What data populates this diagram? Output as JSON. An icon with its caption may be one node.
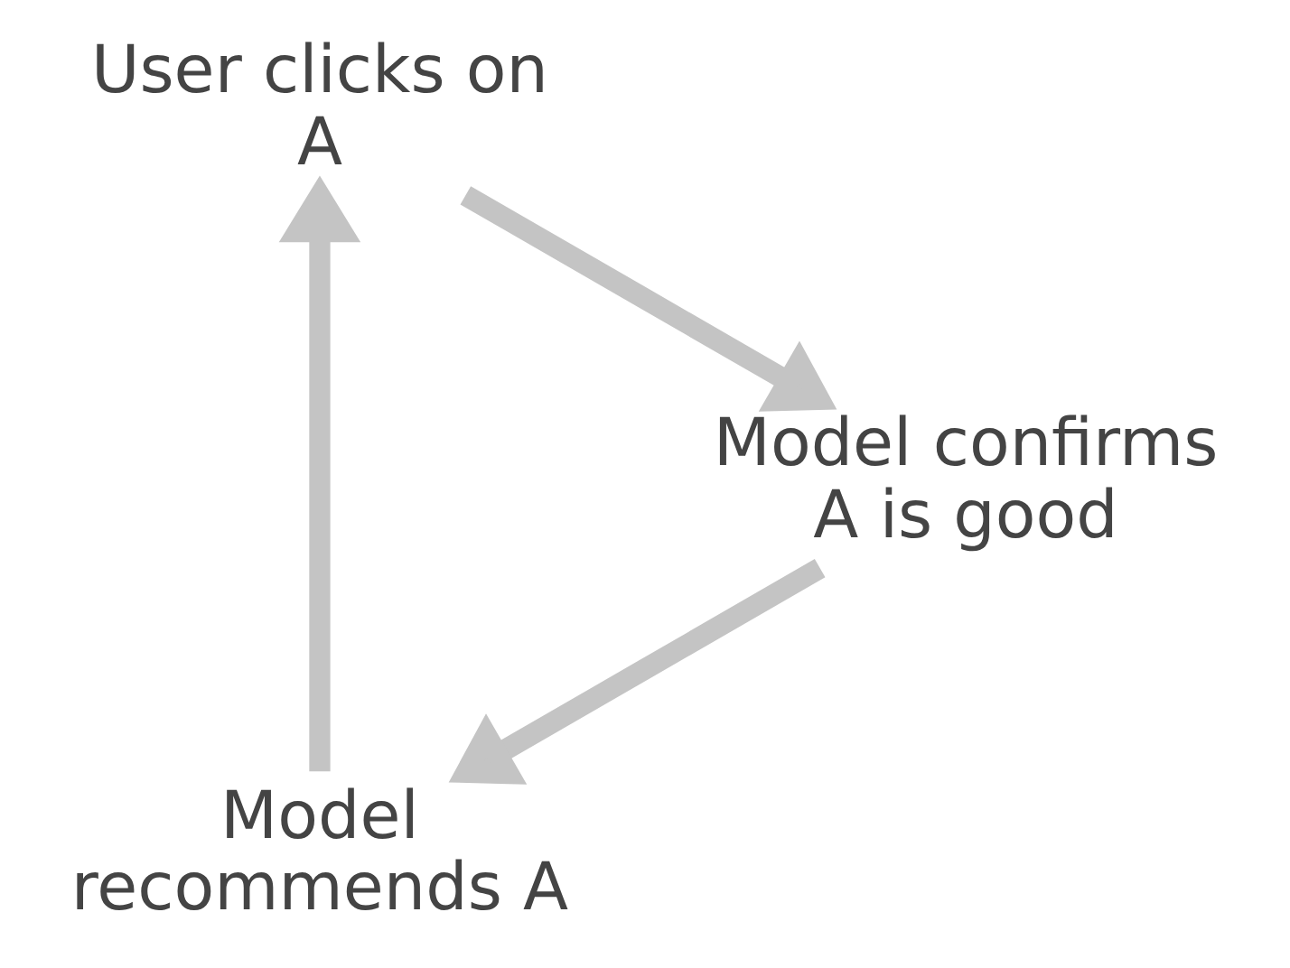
{
  "diagram": {
    "nodes": [
      {
        "text": [
          "Model recommends A"
        ]
      },
      {
        "text": [
          "User clicks on A"
        ]
      },
      {
        "text": [
          "Model confirms A is good"
        ]
      }
    ],
    "edges": [
      {
        "from": 0,
        "to": 1,
        "arrow": "to"
      },
      {
        "from": 1,
        "to": 2,
        "arrow": "to"
      },
      {
        "from": 2,
        "to": 0,
        "arrow": "to"
      }
    ]
  }
}
